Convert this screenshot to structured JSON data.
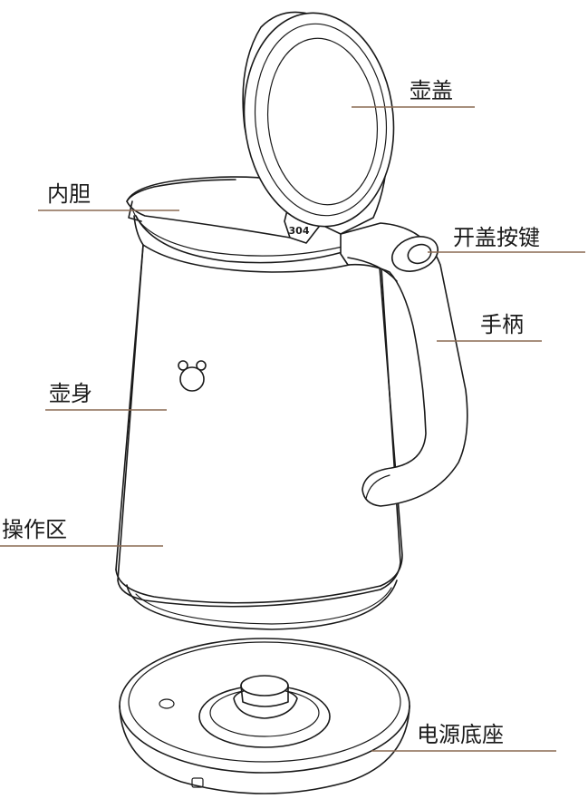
{
  "labels": {
    "lid": "壶盖",
    "inner_pot": "内胆",
    "lid_button": "开盖按键",
    "handle": "手柄",
    "body": "壶身",
    "control_area": "操作区",
    "power_base": "电源底座"
  },
  "badge": "304",
  "colors": {
    "leader": "#8a6a52",
    "line": "#1a1a1a"
  }
}
